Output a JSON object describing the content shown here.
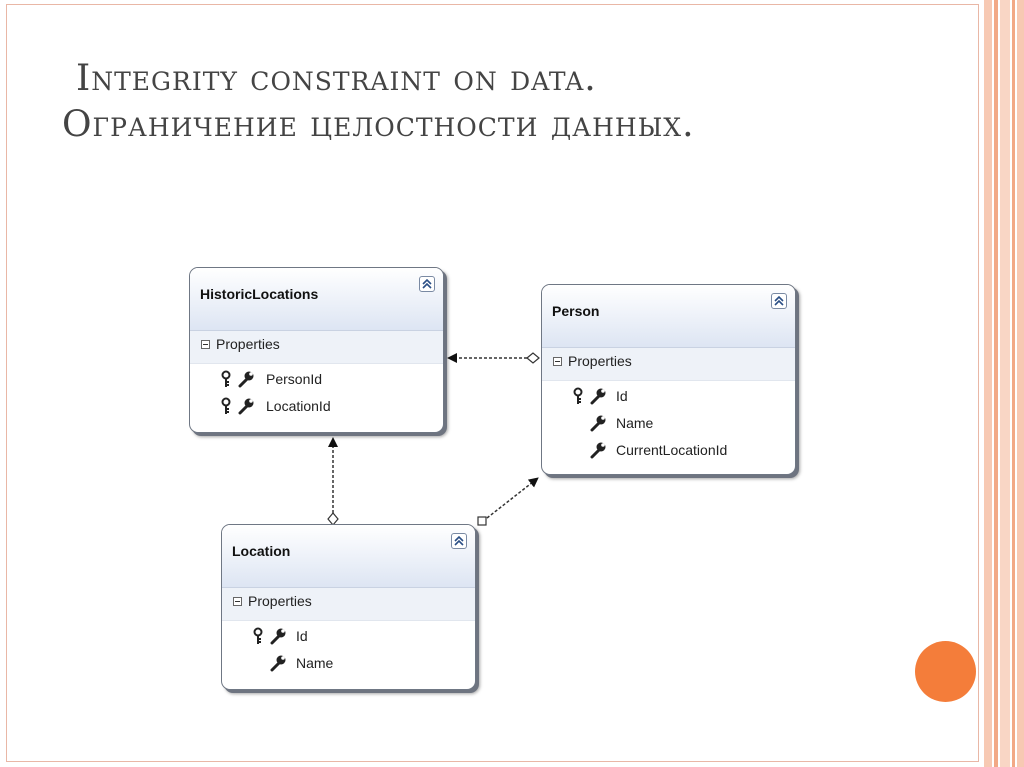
{
  "title": {
    "line1": "Integrity constraint on data.",
    "line2": "Ограничение целостности данных."
  },
  "colors": {
    "accent": "#f47d3a",
    "frame": "#e9b7a6",
    "stripe_light": "#f7c9b3",
    "stripe_mid": "#f2a986",
    "entity_header": "#dde5f3",
    "connector": "#333333"
  },
  "entities": {
    "historic": {
      "name": "HistoricLocations",
      "section": "Properties",
      "props": [
        "PersonId",
        "LocationId"
      ]
    },
    "person": {
      "name": "Person",
      "section": "Properties",
      "props": [
        "Id",
        "Name",
        "CurrentLocationId"
      ]
    },
    "location": {
      "name": "Location",
      "section": "Properties",
      "props": [
        "Id",
        "Name"
      ]
    }
  },
  "icons": {
    "key": "key-icon",
    "property": "wrench-icon",
    "collapse": "collapse-up-icon",
    "section_toggle": "minus-box-icon"
  },
  "relationships": [
    {
      "from": "Person",
      "to": "HistoricLocations"
    },
    {
      "from": "Location",
      "to": "HistoricLocations"
    },
    {
      "from": "Location",
      "to": "Person"
    }
  ]
}
